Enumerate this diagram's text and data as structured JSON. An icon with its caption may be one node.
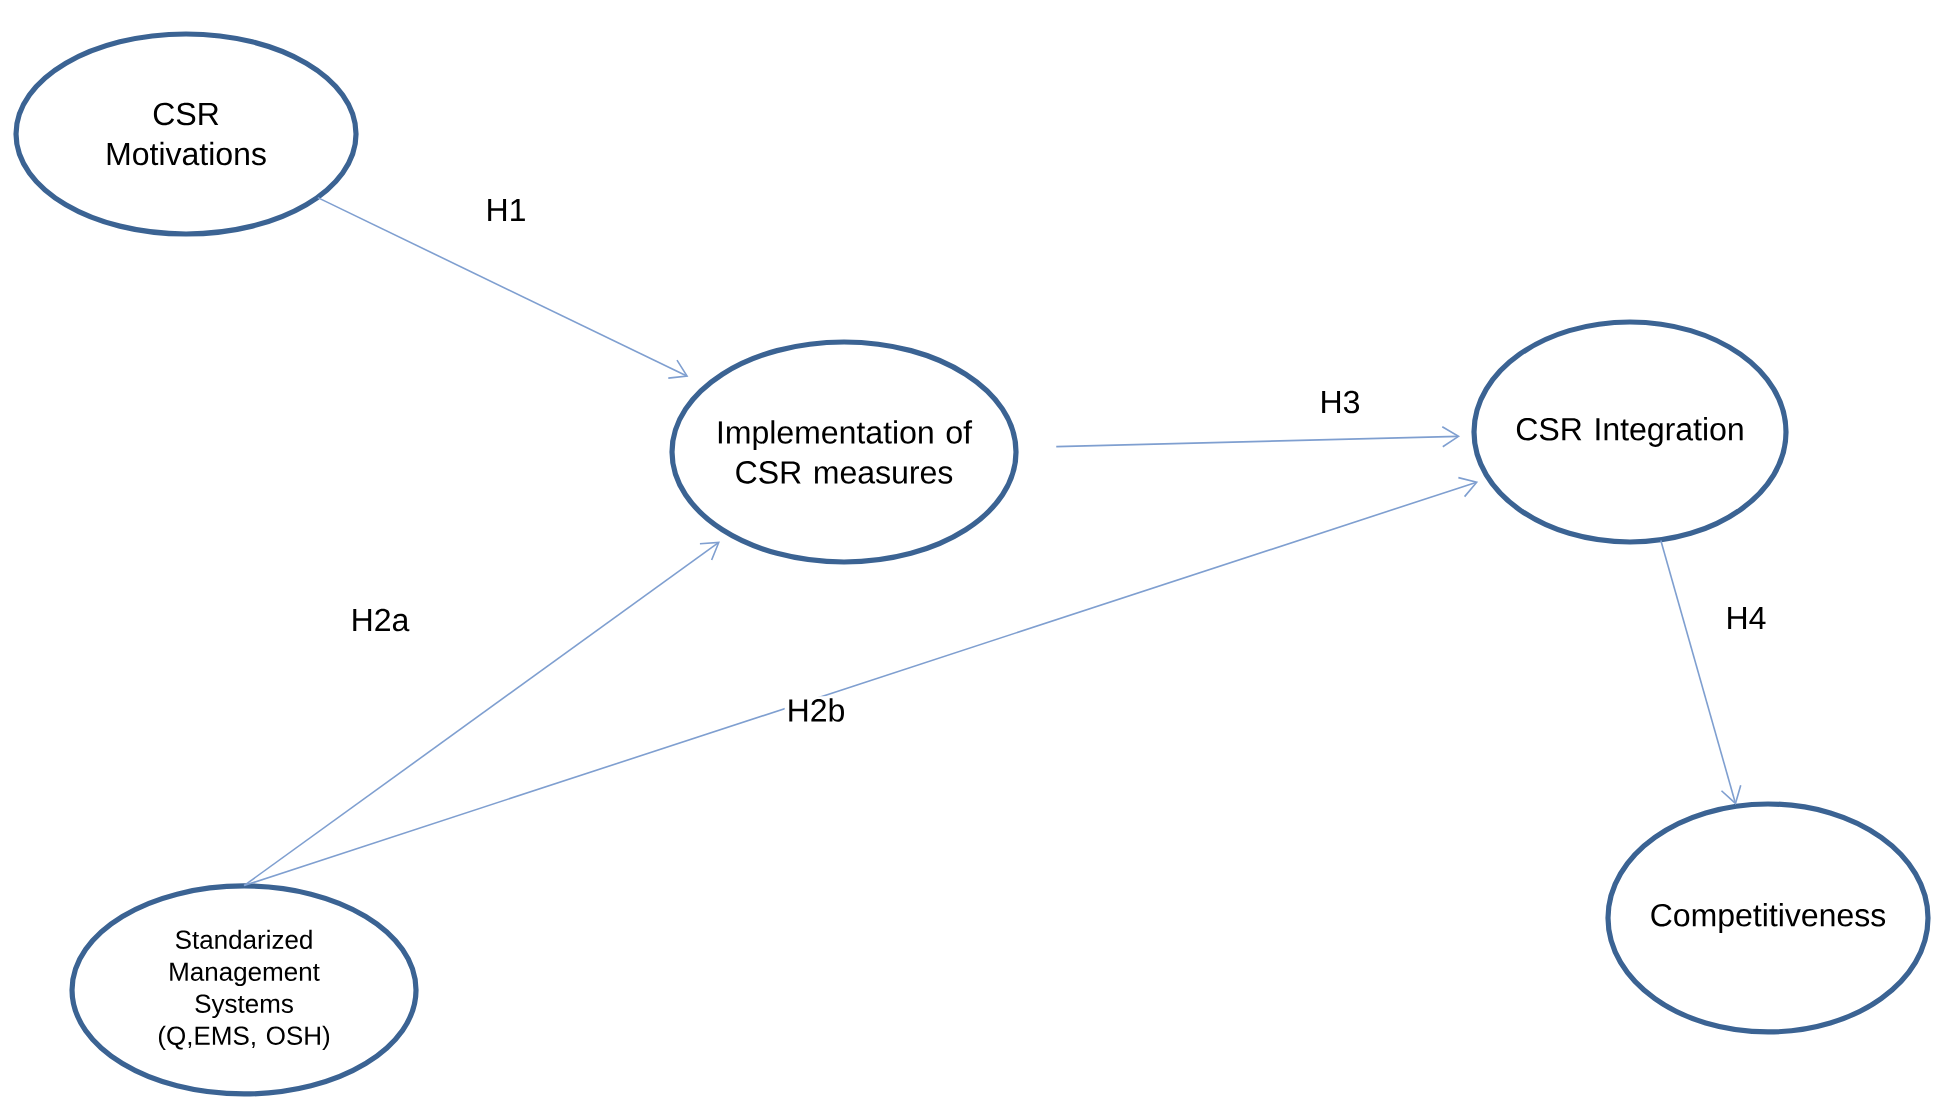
{
  "diagram": {
    "nodes": [
      {
        "text": [
          "CSR Motivations"
        ]
      },
      {
        "text": [
          "Implementation of CSR measures"
        ]
      },
      {
        "text": [
          "CSR Integration"
        ]
      },
      {
        "text": [
          "Competitiveness"
        ]
      },
      {
        "text": [
          "Standarized Management Systems (Q,EMS, OSH)"
        ]
      }
    ],
    "edges": [
      {
        "from": 0,
        "to": 1,
        "arrow": "to",
        "label": "H1"
      },
      {
        "from": 4,
        "to": 1,
        "arrow": "to",
        "label": "H2a"
      },
      {
        "from": 4,
        "to": 2,
        "arrow": "to",
        "label": "H2b"
      },
      {
        "from": 1,
        "to": 2,
        "arrow": "to",
        "label": "H3"
      },
      {
        "from": 2,
        "to": 3,
        "arrow": "to",
        "label": "H4"
      }
    ]
  }
}
